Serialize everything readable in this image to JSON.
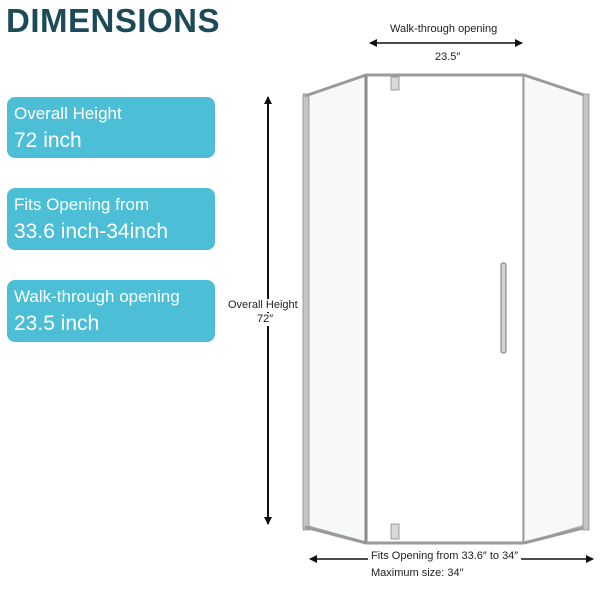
{
  "title": "DIMENSIONS",
  "specs": [
    {
      "label": "Overall Height",
      "value": "72 inch"
    },
    {
      "label": "Fits Opening from",
      "value": "33.6 inch-34inch"
    },
    {
      "label": "Walk-through opening",
      "value": "23.5 inch"
    }
  ],
  "diagram": {
    "walk_label": "Walk-through opening",
    "walk_value": "23.5″",
    "height_label": "Overall Height",
    "height_value": "72″",
    "fits_line1": "Fits Opening from  33.6″ to 34″",
    "fits_line2": "Maximum size:  34″"
  },
  "colors": {
    "title": "#1d4a59",
    "card": "#4cbed6",
    "frame": "#9a9a9a"
  }
}
